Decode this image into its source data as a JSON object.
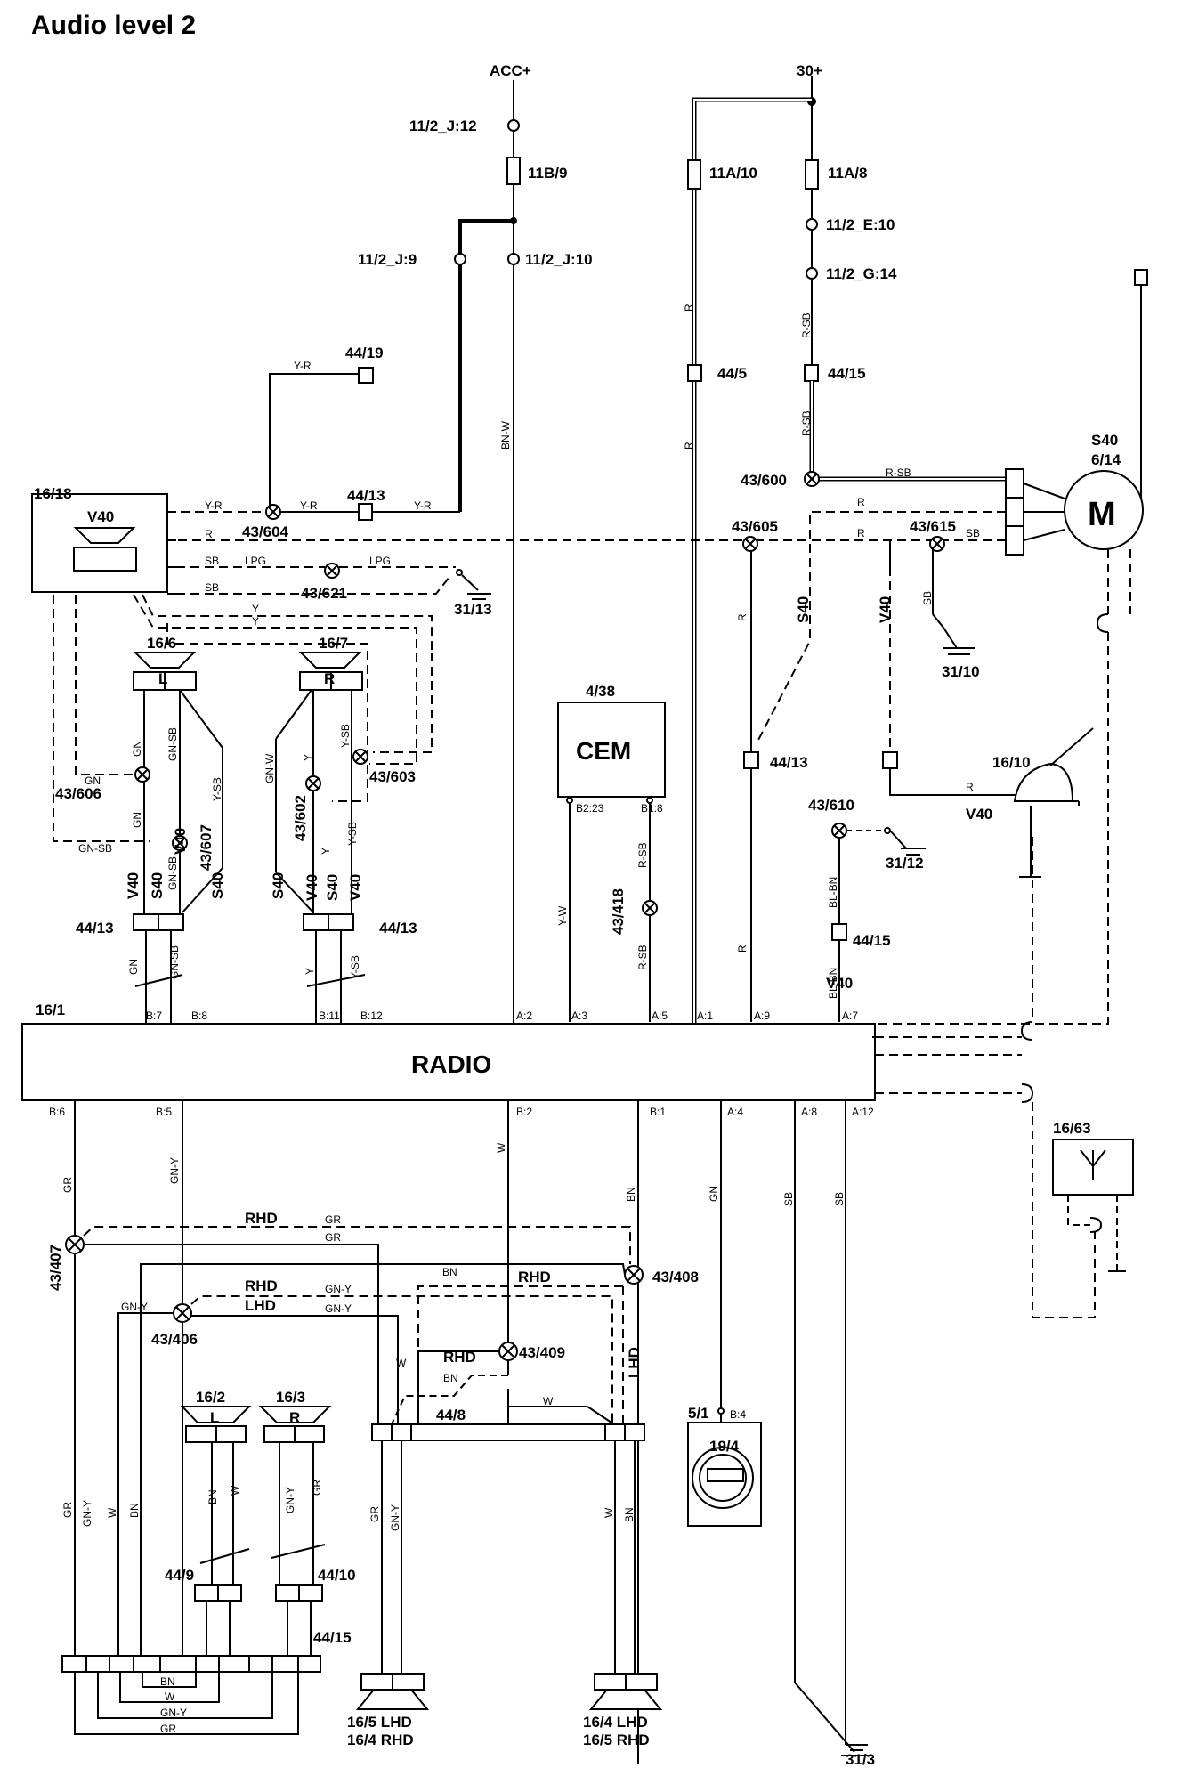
{
  "title": "Audio level 2",
  "supplies": {
    "acc": "ACC+",
    "b30": "30+"
  },
  "refs": {
    "j12": "11/2_J:12",
    "f11b9": "11B/9",
    "j9": "11/2_J:9",
    "j10": "11/2_J:10",
    "f11a10": "11A/10",
    "f11a8": "11A/8",
    "e10": "11/2_E:10",
    "g14": "11/2_G:14",
    "c4419": "44/19",
    "c445": "44/5",
    "c4415": "44/15",
    "s43600": "43/600",
    "m_s40": "S40",
    "m_id": "6/14",
    "m": "M",
    "c1618": "16/18",
    "amp": "V40",
    "c4413a": "44/13",
    "s43604": "43/604",
    "s43605": "43/605",
    "s43615": "43/615",
    "s43621": "43/621",
    "g3113": "31/13",
    "g3110": "31/10",
    "spk166": "16/6",
    "spk167": "16/7",
    "spkL": "L",
    "spkR": "R",
    "s43606": "43/606",
    "s43607": "43/607",
    "s43602": "43/602",
    "s43603": "43/603",
    "cem_id": "4/38",
    "cem": "CEM",
    "c4413b": "44/13",
    "c4413c": "44/13",
    "c4413d": "44/13",
    "ant_id": "16/10",
    "s43610": "43/610",
    "g3112": "31/12",
    "s43418": "43/418",
    "radio_id": "16/1",
    "radio": "RADIO",
    "c1663": "16/63",
    "s43407": "43/407",
    "s43408": "43/408",
    "s43406": "43/406",
    "s43409": "43/409",
    "c448": "44/8",
    "c51": "5/1",
    "c194": "19/4",
    "c449": "44/9",
    "c4410": "44/10",
    "c4415b": "44/15",
    "spk162": "16/2",
    "spk163": "16/3",
    "spk165": "16/5 LHD",
    "spk164r": "16/4 RHD",
    "spk164": "16/4 LHD",
    "spk165r": "16/5 RHD",
    "g313": "31/3"
  },
  "variants": {
    "v40": "V40",
    "s40": "S40",
    "rhd": "RHD",
    "lhd": "LHD"
  },
  "wire_colors": {
    "yr": "Y-R",
    "r": "R",
    "sb": "SB",
    "lpg": "LPG",
    "y": "Y",
    "bnw": "BN-W",
    "rsb": "R-SB",
    "gn": "GN",
    "gnsb": "GN-SB",
    "ysb": "Y-SB",
    "gnw": "GN-W",
    "yw": "Y-W",
    "blbn": "BL-BN",
    "gr": "GR",
    "gny": "GN-Y",
    "w": "W",
    "bn": "BN"
  },
  "pins": {
    "b7": "B:7",
    "b8": "B:8",
    "b11": "B:11",
    "b12": "B:12",
    "a2": "A:2",
    "a3": "A:3",
    "a5": "A:5",
    "a1": "A:1",
    "a9": "A:9",
    "a7": "A:7",
    "b6": "B:6",
    "b5": "B:5",
    "b2": "B:2",
    "b1": "B:1",
    "a4": "A:4",
    "a8": "A:8",
    "a12": "A:12",
    "b223": "B2:23",
    "b18": "B1:8",
    "b4": "B:4"
  }
}
